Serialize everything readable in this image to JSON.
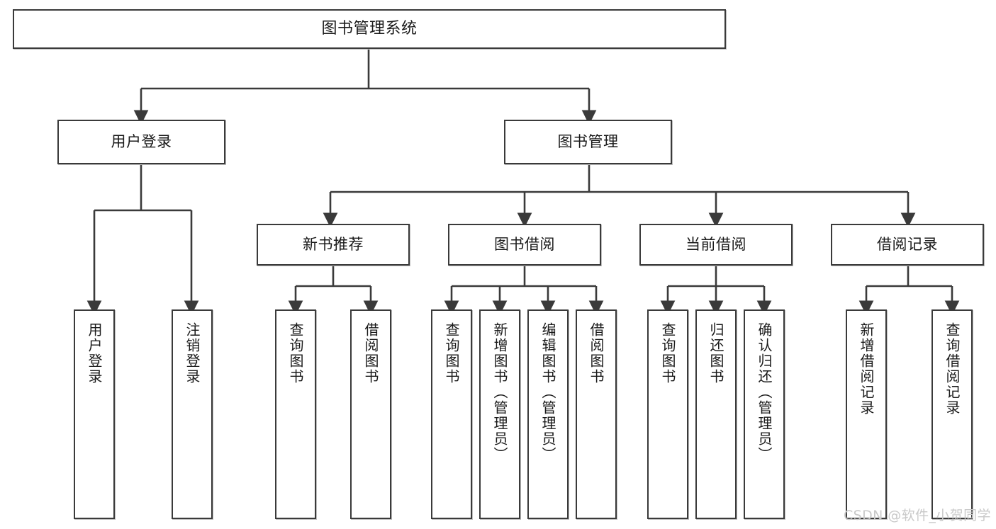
{
  "diagram": {
    "type": "tree-hierarchy",
    "title": "图书管理系统",
    "watermark": "CSDN @软件_小贺同学",
    "colors": {
      "box_border": "#3a3a3a",
      "box_fill": "#ffffff",
      "connector": "#3a3a3a",
      "text": "#1a1a1a",
      "watermark": "#c9c9c9"
    },
    "nodes": {
      "root": {
        "label": "图书管理系统",
        "level": 1
      },
      "user_login": {
        "label": "用户登录",
        "level": 2
      },
      "book_manage": {
        "label": "图书管理",
        "level": 2
      },
      "new_book_rec": {
        "label": "新书推荐",
        "level": 3
      },
      "book_borrow": {
        "label": "图书借阅",
        "level": 3
      },
      "current_borrow": {
        "label": "当前借阅",
        "level": 3
      },
      "borrow_record": {
        "label": "借阅记录",
        "level": 3
      },
      "leaf_user_login": {
        "label": "用户登录",
        "level": 4
      },
      "leaf_logout": {
        "label": "注销登录",
        "level": 4
      },
      "leaf_query_book_1": {
        "label": "查询图书",
        "level": 4
      },
      "leaf_borrow_book_1": {
        "label": "借阅图书",
        "level": 4
      },
      "leaf_query_book_2": {
        "label": "查询图书",
        "level": 4
      },
      "leaf_add_book": {
        "label": "新增图书（管理员）",
        "level": 4
      },
      "leaf_edit_book": {
        "label": "编辑图书（管理员）",
        "level": 4
      },
      "leaf_borrow_book_2": {
        "label": "借阅图书",
        "level": 4
      },
      "leaf_query_book_3": {
        "label": "查询图书",
        "level": 4
      },
      "leaf_return_book": {
        "label": "归还图书",
        "level": 4
      },
      "leaf_confirm_return": {
        "label": "确认归还（管理员）",
        "level": 4
      },
      "leaf_add_record": {
        "label": "新增借阅记录",
        "level": 4
      },
      "leaf_query_record": {
        "label": "查询借阅记录",
        "level": 4
      }
    }
  }
}
